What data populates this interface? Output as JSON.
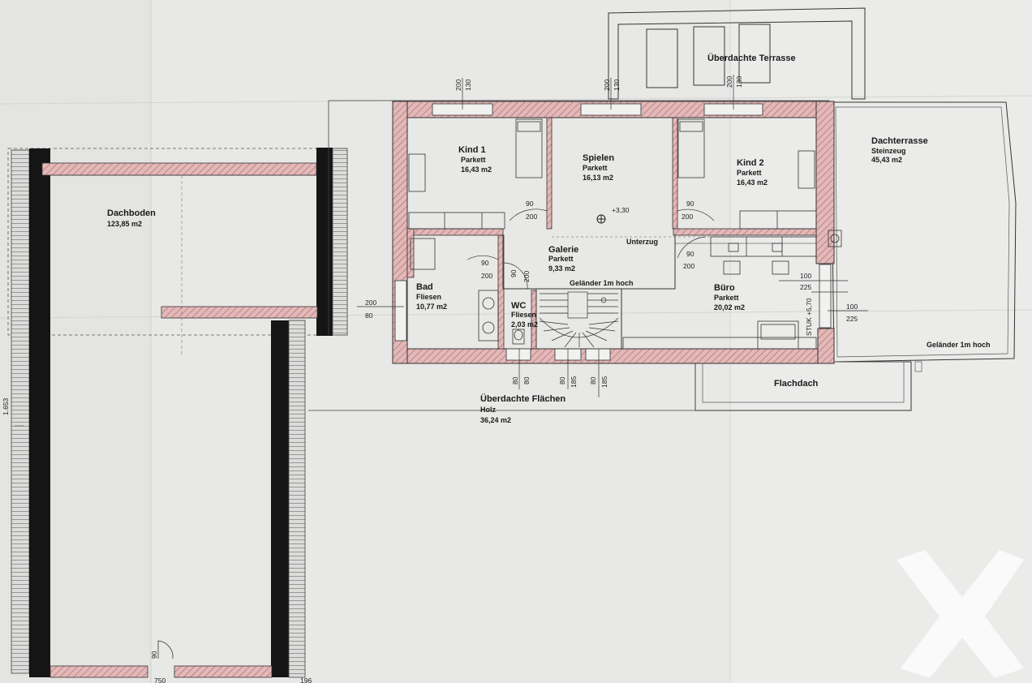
{
  "rooms": {
    "dachboden": {
      "name": "Dachboden",
      "area": "123,85 m2"
    },
    "kind1": {
      "name": "Kind 1",
      "floor": "Parkett",
      "area": "16,43 m2"
    },
    "spielen": {
      "name": "Spielen",
      "floor": "Parkett",
      "area": "16,13 m2"
    },
    "kind2": {
      "name": "Kind 2",
      "floor": "Parkett",
      "area": "16,43 m2"
    },
    "galerie": {
      "name": "Galerie",
      "floor": "Parkett",
      "area": "9,33 m2"
    },
    "bad": {
      "name": "Bad",
      "floor": "Fliesen",
      "area": "10,77 m2"
    },
    "wc": {
      "name": "WC",
      "floor": "Fliesen",
      "area": "2,03 m2"
    },
    "buero": {
      "name": "Büro",
      "floor": "Parkett",
      "area": "20,02 m2"
    },
    "dachterrasse": {
      "name": "Dachterrasse",
      "floor": "Steinzeug",
      "area": "45,43 m2"
    },
    "terrasse": {
      "name": "Überdachte Terrasse"
    },
    "flachdach": {
      "name": "Flachdach"
    },
    "ueberdacht": {
      "name": "Überdachte Flächen",
      "floor": "Holz",
      "area": "36,24 m2"
    }
  },
  "notes": {
    "gelaender_galerie": "Geländer 1m hoch",
    "gelaender_terrasse": "Geländer 1m hoch",
    "unterzug": "Unterzug",
    "level": "+3,30",
    "stuk": "STUK +5,70"
  },
  "dimensions": {
    "d200_130_a": [
      "200",
      "130"
    ],
    "d200_130_b": [
      "200",
      "130"
    ],
    "d200_130_c": [
      "200",
      "130"
    ],
    "door_kind1": [
      "90",
      "200"
    ],
    "door_kind2": [
      "90",
      "200"
    ],
    "door_bad": [
      "90",
      "200"
    ],
    "door_buero": [
      "90",
      "200"
    ],
    "door_wc": [
      "90",
      "200"
    ],
    "win_bad": [
      "200",
      "80"
    ],
    "win_buero_a": [
      "100",
      "225"
    ],
    "win_buero_b": [
      "100",
      "225"
    ],
    "bottom_a": [
      "80",
      "80"
    ],
    "bottom_b": [
      "80",
      "185"
    ],
    "bottom_c": [
      "80",
      "185"
    ],
    "door_dachboden": "90",
    "side_height": "1.653",
    "bottom_left": "750",
    "bottom_right": "196"
  },
  "colors": {
    "paper": "#e6e6e4",
    "wall_fill": "#e2b5b5",
    "wall_hatch": "#a06060",
    "line": "#222222",
    "roof_beam": "#151515",
    "watermark": "#ffffff"
  }
}
